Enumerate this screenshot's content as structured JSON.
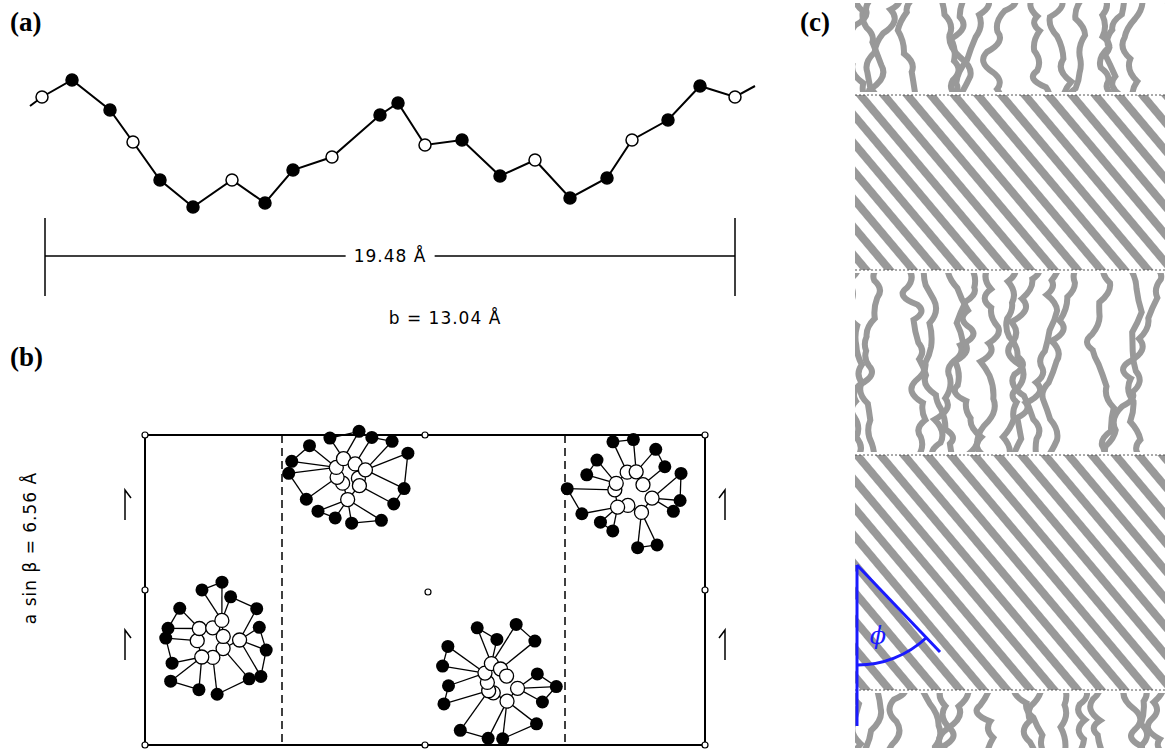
{
  "diagram": {
    "labels": [
      "(a)",
      "(b)",
      "(c)",
      "19.48 Å",
      "b = 13.04 Å",
      "a sin β = 6.56 Å",
      "ϕ"
    ]
  }
}
